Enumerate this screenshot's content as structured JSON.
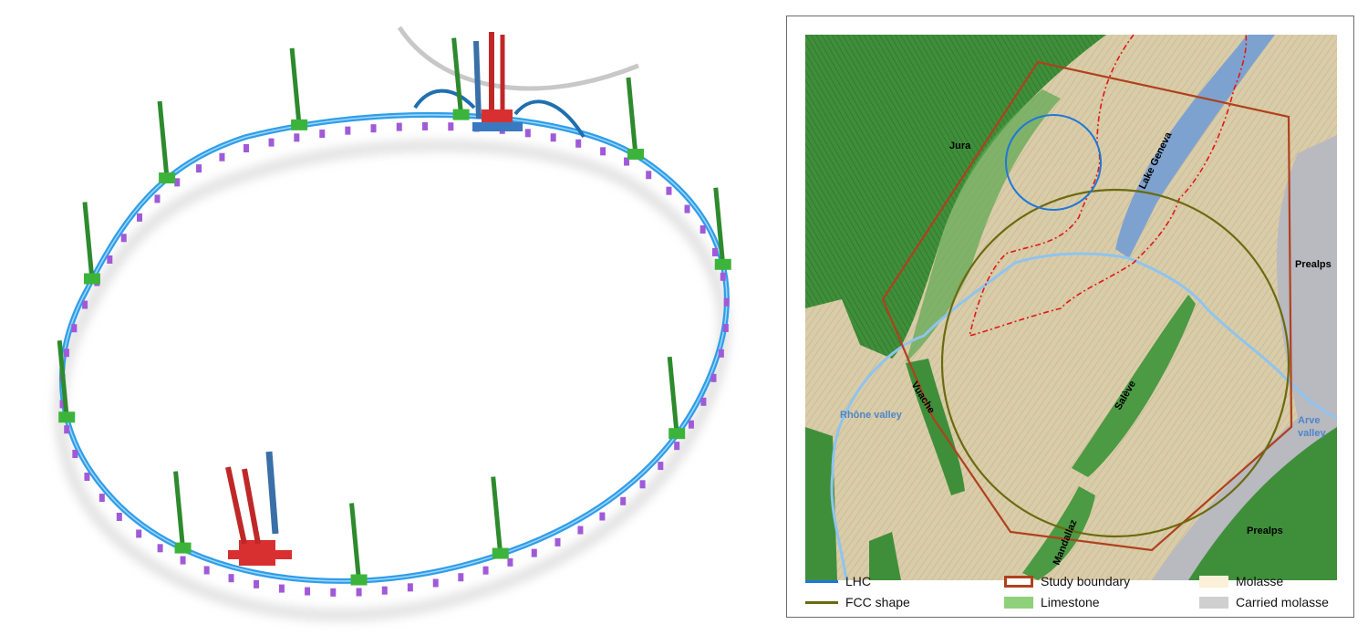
{
  "map_labels": {
    "jura": "Jura",
    "lake_geneva": "Lake Geneva",
    "prealps_east": "Prealps",
    "prealps_south": "Prealps",
    "rhone_valley": "Rhône valley",
    "vuache": "Vuache",
    "saleve": "Salève",
    "arve_line1": "Arve",
    "arve_line2": "valley",
    "mandallaz": "Mandallaz"
  },
  "legend": {
    "lhc": "LHC",
    "fcc": "FCC shape",
    "study_boundary": "Study boundary",
    "limestone": "Limestone",
    "molasse": "Molasse",
    "carried_molasse": "Carried molasse"
  },
  "colors": {
    "lhc": "#1e78d8",
    "fcc": "#6b6a10",
    "study_boundary": "#b0401e",
    "limestone": "#8fd17a",
    "molasse": "#fbf1d8",
    "carried_molasse": "#cfcfcf",
    "terrain": "#d8c9a4",
    "forest": "#3f8f3a",
    "lake": "#7ea2cf",
    "river": "#8ec4f0",
    "border": "#e01818"
  }
}
